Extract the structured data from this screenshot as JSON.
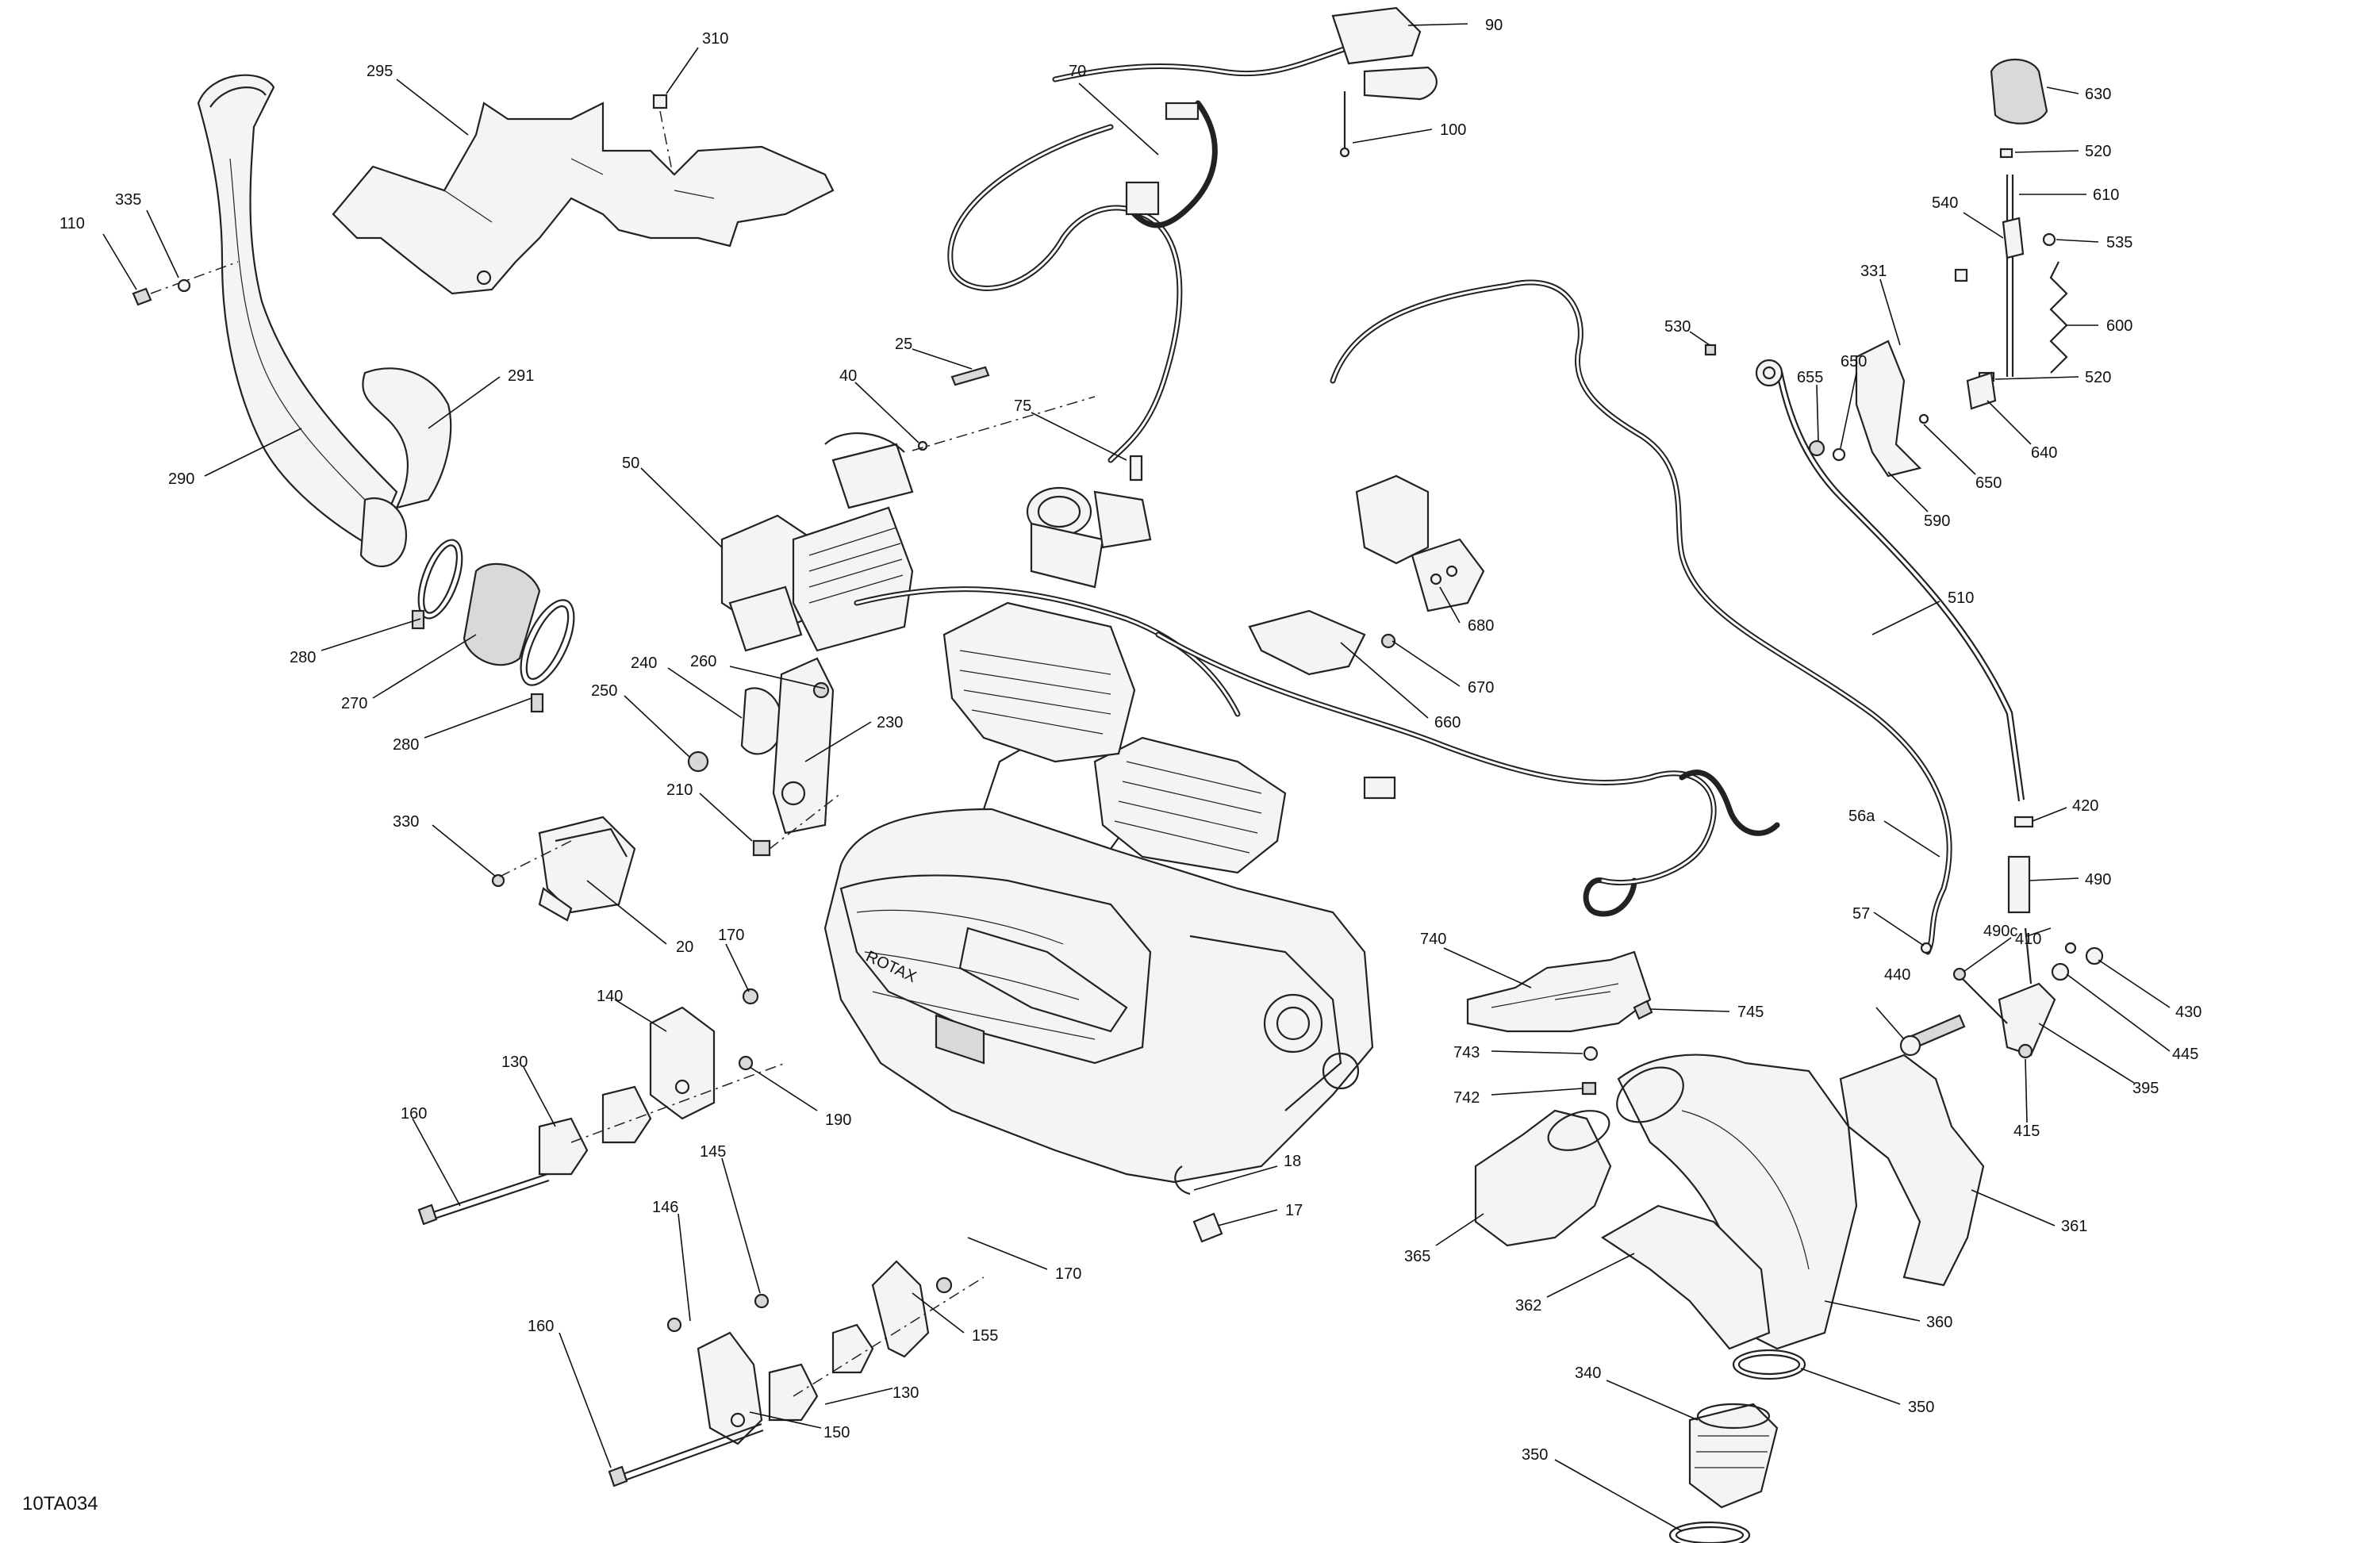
{
  "diagram": {
    "reference_code": "10TA034",
    "brand_mark": "ROTAX",
    "callouts": [
      {
        "id": "c90",
        "text": "90"
      },
      {
        "id": "c70",
        "text": "70"
      },
      {
        "id": "c100",
        "text": "100"
      },
      {
        "id": "c310",
        "text": "310"
      },
      {
        "id": "c295",
        "text": "295"
      },
      {
        "id": "c335",
        "text": "335"
      },
      {
        "id": "c110",
        "text": "110"
      },
      {
        "id": "c291",
        "text": "291"
      },
      {
        "id": "c290",
        "text": "290"
      },
      {
        "id": "c25",
        "text": "25"
      },
      {
        "id": "c40",
        "text": "40"
      },
      {
        "id": "c75",
        "text": "75"
      },
      {
        "id": "c50",
        "text": "50"
      },
      {
        "id": "c280a",
        "text": "280"
      },
      {
        "id": "c270",
        "text": "270"
      },
      {
        "id": "c280b",
        "text": "280"
      },
      {
        "id": "c240",
        "text": "240"
      },
      {
        "id": "c260",
        "text": "260"
      },
      {
        "id": "c250",
        "text": "250"
      },
      {
        "id": "c230",
        "text": "230"
      },
      {
        "id": "c210",
        "text": "210"
      },
      {
        "id": "c330",
        "text": "330"
      },
      {
        "id": "c20",
        "text": "20"
      },
      {
        "id": "c170a",
        "text": "170"
      },
      {
        "id": "c140",
        "text": "140"
      },
      {
        "id": "c130a",
        "text": "130"
      },
      {
        "id": "c190",
        "text": "190"
      },
      {
        "id": "c160a",
        "text": "160"
      },
      {
        "id": "c145",
        "text": "145"
      },
      {
        "id": "c146",
        "text": "146"
      },
      {
        "id": "c155",
        "text": "155"
      },
      {
        "id": "c170b",
        "text": "170"
      },
      {
        "id": "c160b",
        "text": "160"
      },
      {
        "id": "c130b",
        "text": "130"
      },
      {
        "id": "c150",
        "text": "150"
      },
      {
        "id": "c18",
        "text": "18"
      },
      {
        "id": "c17",
        "text": "17"
      },
      {
        "id": "c680",
        "text": "680"
      },
      {
        "id": "c670",
        "text": "670"
      },
      {
        "id": "c660",
        "text": "660"
      },
      {
        "id": "c630",
        "text": "630"
      },
      {
        "id": "c520a",
        "text": "520"
      },
      {
        "id": "c540",
        "text": "540"
      },
      {
        "id": "c610",
        "text": "610"
      },
      {
        "id": "c535",
        "text": "535"
      },
      {
        "id": "c331",
        "text": "331"
      },
      {
        "id": "c600",
        "text": "600"
      },
      {
        "id": "c530",
        "text": "530"
      },
      {
        "id": "c655",
        "text": "655"
      },
      {
        "id": "c650a",
        "text": "650"
      },
      {
        "id": "c520b",
        "text": "520"
      },
      {
        "id": "c640",
        "text": "640"
      },
      {
        "id": "c650b",
        "text": "650"
      },
      {
        "id": "c590",
        "text": "590"
      },
      {
        "id": "c510",
        "text": "510"
      },
      {
        "id": "c420",
        "text": "420"
      },
      {
        "id": "c56a",
        "text": "56a"
      },
      {
        "id": "c490",
        "text": "490"
      },
      {
        "id": "c57",
        "text": "57"
      },
      {
        "id": "c490c",
        "text": "490c"
      },
      {
        "id": "c410",
        "text": "410"
      },
      {
        "id": "c440",
        "text": "440"
      },
      {
        "id": "c430",
        "text": "430"
      },
      {
        "id": "c445",
        "text": "445"
      },
      {
        "id": "c395",
        "text": "395"
      },
      {
        "id": "c415",
        "text": "415"
      },
      {
        "id": "c740",
        "text": "740"
      },
      {
        "id": "c745",
        "text": "745"
      },
      {
        "id": "c743",
        "text": "743"
      },
      {
        "id": "c742",
        "text": "742"
      },
      {
        "id": "c365",
        "text": "365"
      },
      {
        "id": "c361",
        "text": "361"
      },
      {
        "id": "c362",
        "text": "362"
      },
      {
        "id": "c360",
        "text": "360"
      },
      {
        "id": "c350a",
        "text": "350"
      },
      {
        "id": "c340",
        "text": "340"
      },
      {
        "id": "c350b",
        "text": "350"
      }
    ]
  }
}
